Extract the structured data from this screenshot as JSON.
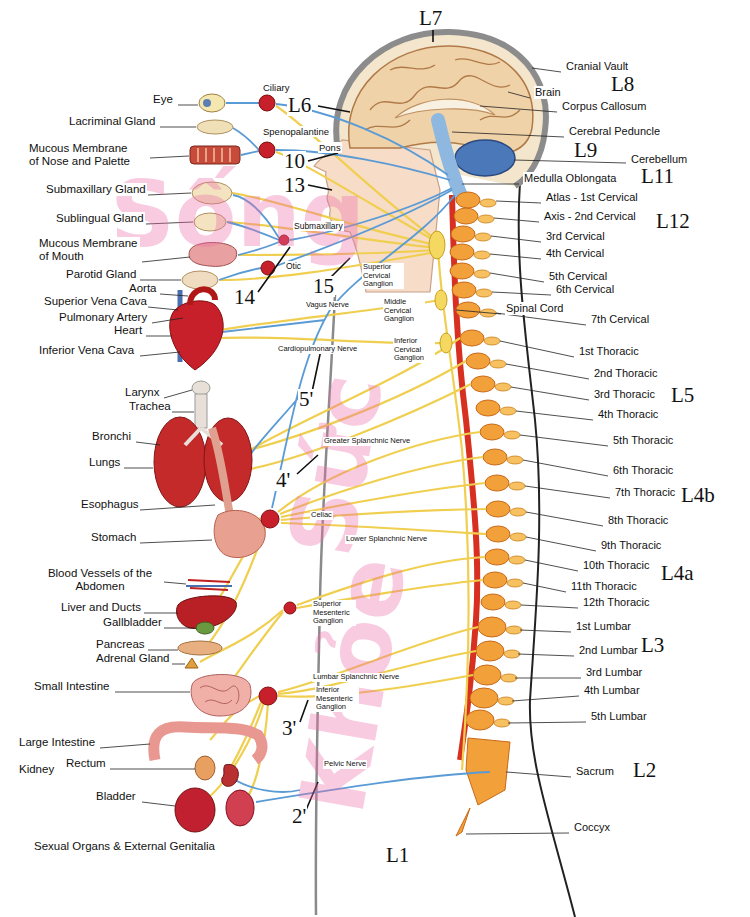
{
  "diagram": {
    "labels": [
      "Sống",
      "Sức",
      "Khỏe",
      "L7",
      "Cranial Vault",
      "Ciliary",
      "Eye",
      "L6",
      "Brain",
      "L8",
      "Corpus Callosum",
      "Lacriminal Gland",
      "Spenopalantine",
      "Cerebral Peduncle",
      "L9",
      "Cerebellum",
      "Mucous Membrane of Nose and Palette",
      "Pons",
      "10",
      "L11",
      "Medulla Oblongata",
      "13",
      "Submaxillary Gland",
      "Atlas - 1st Cervical",
      "Axis - 2nd Cervical",
      "L12",
      "Sublingual Gland",
      "Submaxillary",
      "3rd Cervical",
      "Mucous Membrane of Mouth",
      "4th Cervical",
      "Otic",
      "Superior Cervical Ganglion",
      "Parotid Gland",
      "5th Cervical",
      "15",
      "Aorta",
      "6th Cervical",
      "14",
      "Superior Vena Cava",
      "Middle Cervical Ganglion",
      "Vagus Nerve",
      "Spinal Cord",
      "Pulmonary Artery",
      "7th Cervical",
      "Heart",
      "Inferior Cervical Ganglion",
      "Inferior Vena Cava",
      "Cardiopulmonary Nerve",
      "1st Thoracic",
      "2nd Thoracic",
      "L5",
      "Larynx",
      "3rd Thoracic",
      "5'",
      "Trachea",
      "4th Thoracic",
      "Bronchi",
      "5th Thoracic",
      "Greater Splanchnic Nerve",
      "Lungs",
      "6th Thoracic",
      "4'",
      "7th Thoracic",
      "L4b",
      "Esophagus",
      "Celiac",
      "8th Thoracic",
      "Stomach",
      "Lower Splanchnic Nerve",
      "9th Thoracic",
      "10th Thoracic",
      "L4a",
      "Blood Vessels of the Abdomen",
      "11th Thoracic",
      "12th Thoracic",
      "Superior Mesenteric Ganglion",
      "Liver and Ducts",
      "Gallbladder",
      "1st Lumbar",
      "L3",
      "Pancreas",
      "2nd Lumbar",
      "Adrenal Gland",
      "3rd Lumbar",
      "Lumbar Splanchnic Nerve",
      "Small Intestine",
      "4th Lumbar",
      "Inferior Mesenteric Ganglion",
      "5th Lumbar",
      "3'",
      "Large Intestine",
      "Rectum",
      "Pelvic Nerve",
      "L2",
      "Kidney",
      "Sacrum",
      "Bladder",
      "2'",
      "Coccyx",
      "Sexual Organs & External Genitalia",
      "L1"
    ]
  }
}
